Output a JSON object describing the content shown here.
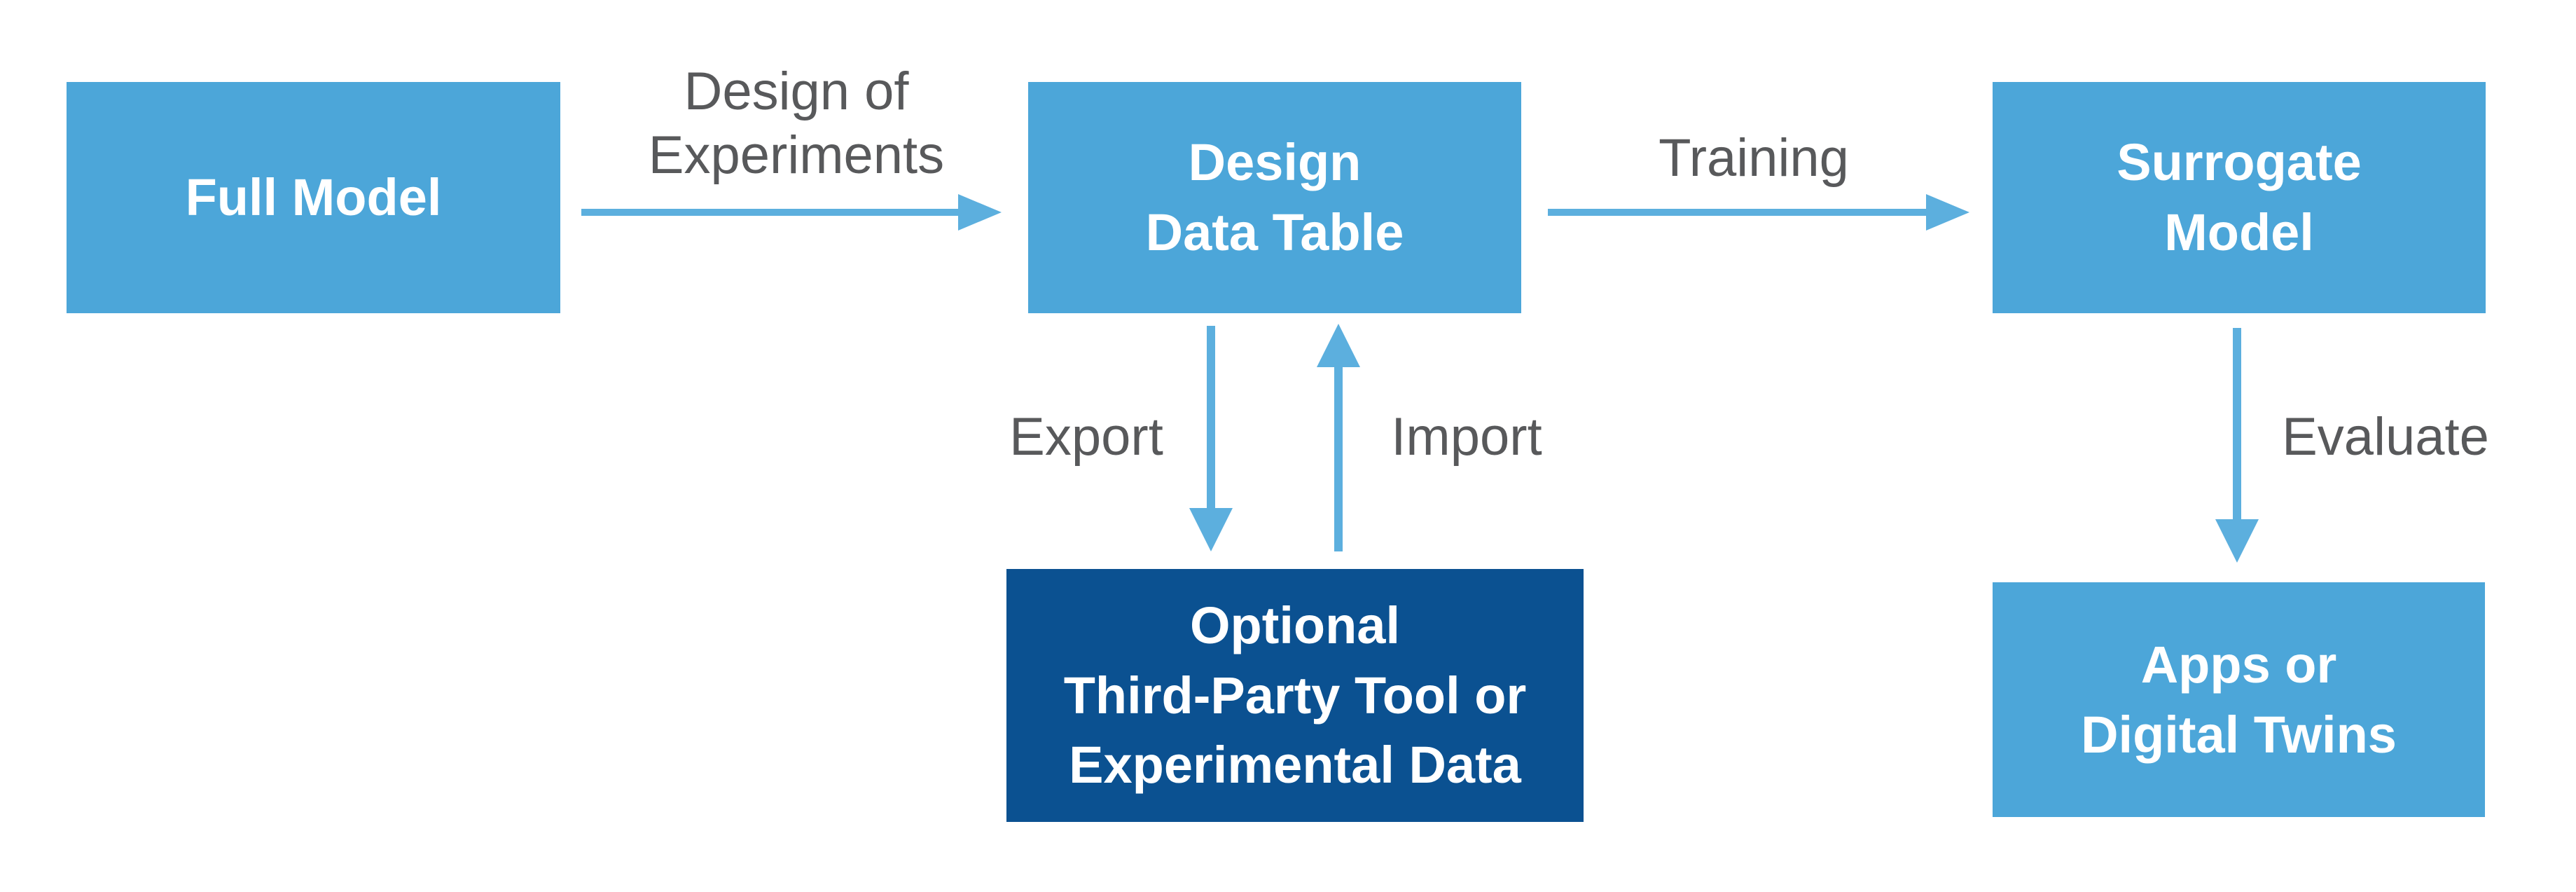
{
  "colors": {
    "background": "#FFFFFF",
    "box_light_blue": "#4CA6D9",
    "box_dark_blue": "#0B5191",
    "arrow_blue": "#5CAFDE",
    "label_gray": "#58595B",
    "box_text": "#FFFFFF"
  },
  "diagram": {
    "type": "flowchart",
    "nodes": [
      {
        "id": "full-model",
        "label": "Full Model",
        "lines": [
          "Full Model"
        ],
        "style": "light"
      },
      {
        "id": "design-data-table",
        "label": "Design Data Table",
        "lines": [
          "Design",
          "Data Table"
        ],
        "style": "light"
      },
      {
        "id": "surrogate-model",
        "label": "Surrogate Model",
        "lines": [
          "Surrogate",
          "Model"
        ],
        "style": "light"
      },
      {
        "id": "optional-third-party",
        "label": "Optional Third-Party Tool or Experimental Data",
        "lines": [
          "Optional",
          "Third-Party Tool or",
          "Experimental Data"
        ],
        "style": "dark"
      },
      {
        "id": "apps-digital-twins",
        "label": "Apps or Digital Twins",
        "lines": [
          "Apps or",
          "Digital Twins"
        ],
        "style": "light"
      }
    ],
    "edges": [
      {
        "id": "design-of-experiments",
        "label": "Design of Experiments",
        "label_lines": [
          "Design of",
          "Experiments"
        ],
        "from": "full-model",
        "to": "design-data-table",
        "direction": "right"
      },
      {
        "id": "training",
        "label": "Training",
        "from": "design-data-table",
        "to": "surrogate-model",
        "direction": "right"
      },
      {
        "id": "export",
        "label": "Export",
        "from": "design-data-table",
        "to": "optional-third-party",
        "direction": "down"
      },
      {
        "id": "import",
        "label": "Import",
        "from": "optional-third-party",
        "to": "design-data-table",
        "direction": "up"
      },
      {
        "id": "evaluate",
        "label": "Evaluate",
        "from": "surrogate-model",
        "to": "apps-digital-twins",
        "direction": "down"
      }
    ]
  }
}
